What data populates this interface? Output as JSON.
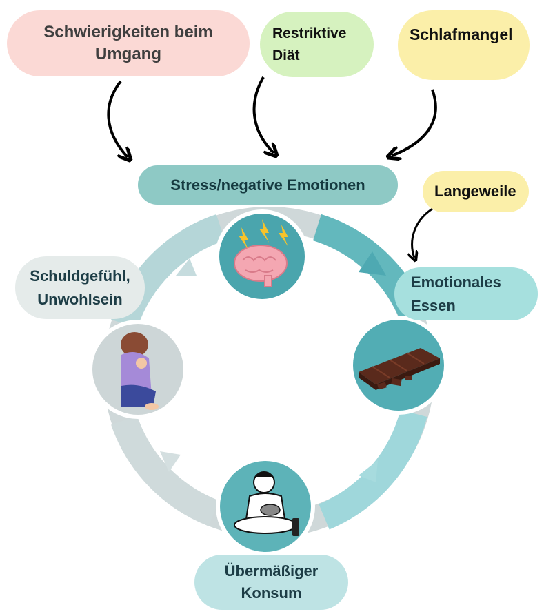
{
  "factors": {
    "struggle": [
      "Schwierigkeiten beim",
      "Umgang"
    ],
    "diet": [
      "Restriktive",
      "Diät"
    ],
    "sleep": "Schlafmangel",
    "boredom": "Langeweile"
  },
  "cycle": {
    "stress": "Stress/negative Emotionen",
    "emotional_eating": [
      "Emotionales",
      "Essen"
    ],
    "overconsumption": [
      "Übermäßiger",
      "Konsum"
    ],
    "guilt": [
      "Schuldgefühl,",
      "Unwohlsein"
    ]
  },
  "colors": {
    "struggle": "#fbd9d5",
    "diet": "#d6f2bf",
    "sleep": "#fbefa9",
    "stress": "#8ec9c5",
    "emotional_eating": "#a6e0de",
    "guilt": "#e5ebea",
    "overconsumption": "#bee3e4",
    "ring": "#7fc6cc"
  },
  "icons": [
    "brain-icon",
    "chocolate-icon",
    "overeating-person-icon",
    "sad-person-icon"
  ]
}
